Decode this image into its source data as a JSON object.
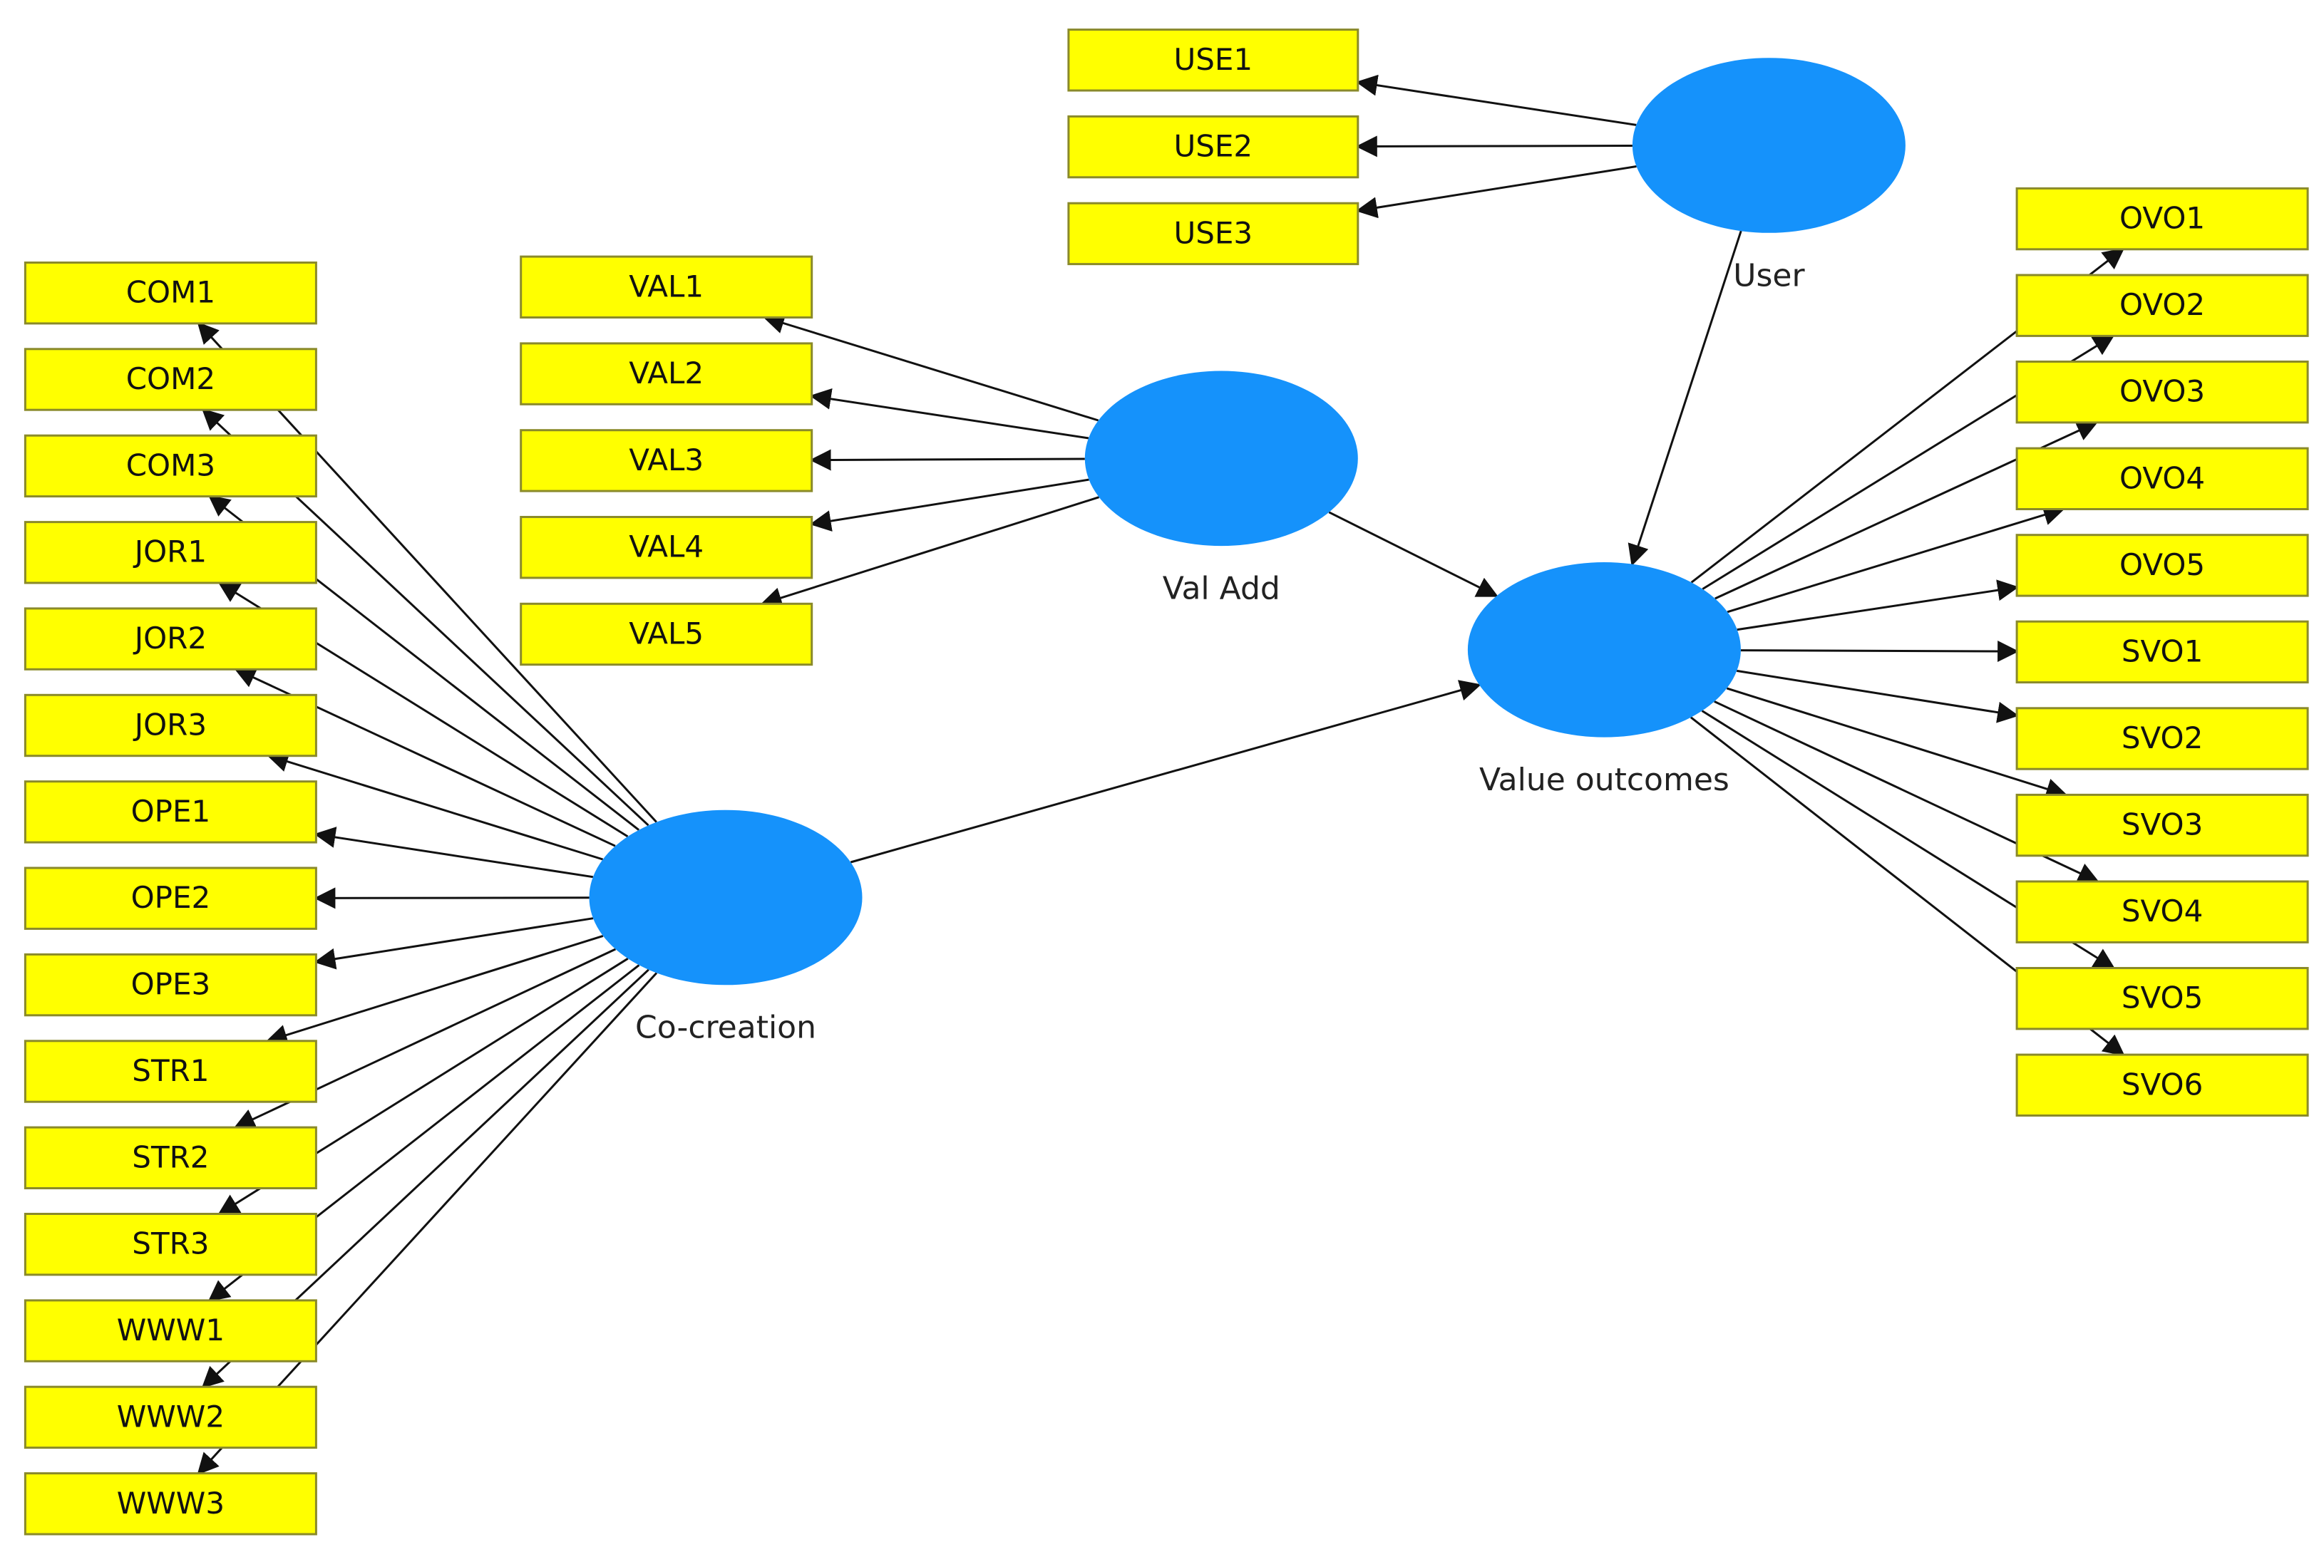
{
  "colors": {
    "indicator_fill": "#ffff00",
    "latent_fill": "#1592fb",
    "edge": "#111111",
    "background": "#ffffff"
  },
  "latents": {
    "cocreation": {
      "label": "Co-creation"
    },
    "valadd": {
      "label": "Val Add"
    },
    "user": {
      "label": "User"
    },
    "outcomes": {
      "label": "Value outcomes"
    }
  },
  "indicators": {
    "cocreation": [
      "COM1",
      "COM2",
      "COM3",
      "JOR1",
      "JOR2",
      "JOR3",
      "OPE1",
      "OPE2",
      "OPE3",
      "STR1",
      "STR2",
      "STR3",
      "WWW1",
      "WWW2",
      "WWW3"
    ],
    "valadd": [
      "VAL1",
      "VAL2",
      "VAL3",
      "VAL4",
      "VAL5"
    ],
    "user": [
      "USE1",
      "USE2",
      "USE3"
    ],
    "outcomes": [
      "OVO1",
      "OVO2",
      "OVO3",
      "OVO4",
      "OVO5",
      "SVO1",
      "SVO2",
      "SVO3",
      "SVO4",
      "SVO5",
      "SVO6"
    ]
  },
  "paths": [
    {
      "from": "cocreation",
      "to": "outcomes"
    },
    {
      "from": "valadd",
      "to": "outcomes"
    },
    {
      "from": "user",
      "to": "outcomes"
    }
  ]
}
